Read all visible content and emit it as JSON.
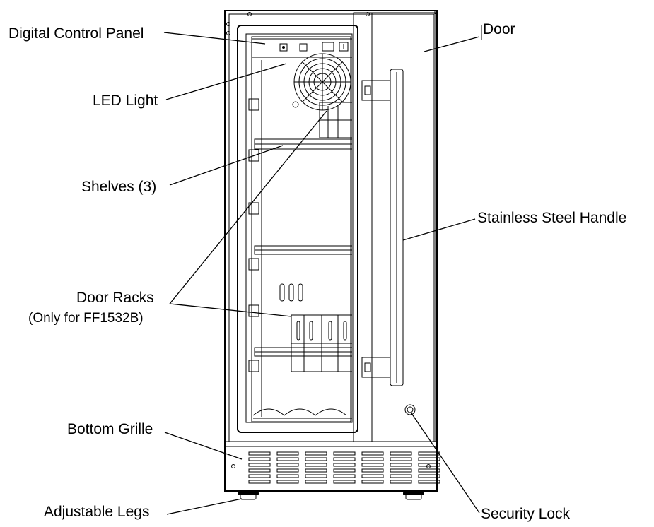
{
  "labels": {
    "digital_control_panel": "Digital Control Panel",
    "led_light": "LED Light",
    "shelves": "Shelves (3)",
    "door_racks": "Door Racks",
    "door_racks_note": "(Only for FF1532B)",
    "bottom_grille": "Bottom Grille",
    "adjustable_legs": "Adjustable Legs",
    "door": "Door",
    "stainless_steel_handle": "Stainless Steel Handle",
    "security_lock": "Security Lock"
  }
}
